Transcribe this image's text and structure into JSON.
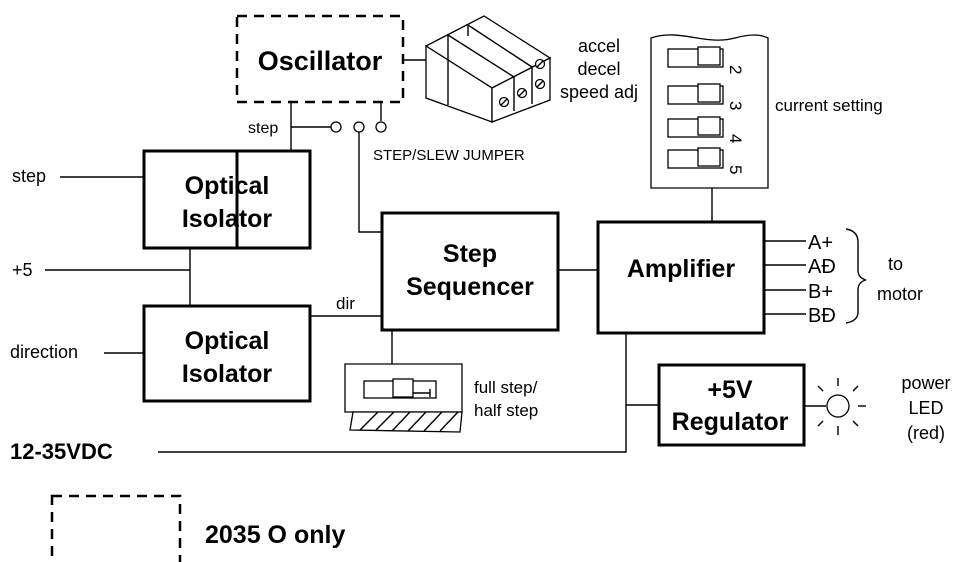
{
  "blocks": {
    "oscillator": "Oscillator",
    "optical_isolator_top": [
      "Optical",
      "Isolator"
    ],
    "optical_isolator_bottom": [
      "Optical",
      "Isolator"
    ],
    "step_sequencer": [
      "Step",
      "Sequencer"
    ],
    "amplifier": "Amplifier",
    "regulator": [
      "+5V",
      "Regulator"
    ]
  },
  "inputs": {
    "step": "step",
    "plus5": "+5",
    "direction": "direction",
    "supply": "12-35VDC"
  },
  "signals": {
    "osc_step": "step",
    "dir": "dir",
    "jumper": "STEP/SLEW JUMPER"
  },
  "pots": [
    "accel",
    "decel",
    "speed adj"
  ],
  "current_setting": {
    "label": "current setting",
    "switch_numbers": [
      "2",
      "3",
      "4",
      "5"
    ]
  },
  "step_switch": [
    "full step/",
    "half step"
  ],
  "motor_outputs": [
    "A+",
    "AĐ",
    "B+",
    "BĐ"
  ],
  "motor_label": [
    "to",
    "motor"
  ],
  "led_label": [
    "power",
    "LED",
    "(red)"
  ],
  "legend": "2035 O only"
}
